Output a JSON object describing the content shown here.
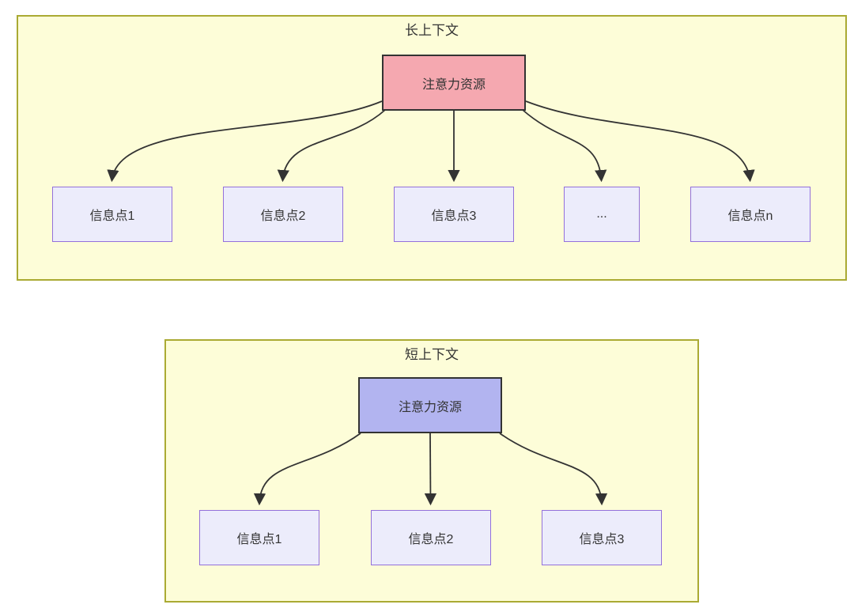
{
  "diagram": {
    "type": "flowchart",
    "sections": [
      {
        "title": "长上下文",
        "root": "注意力资源",
        "children": [
          "信息点1",
          "信息点2",
          "信息点3",
          "...",
          "信息点n"
        ]
      },
      {
        "title": "短上下文",
        "root": "注意力资源",
        "children": [
          "信息点1",
          "信息点2",
          "信息点3"
        ]
      }
    ],
    "colors": {
      "section_fill": "#fdfdd8",
      "section_border": "#aaaa33",
      "long_root_fill": "#f5a8b0",
      "short_root_fill": "#b2b4f0",
      "child_fill": "#ececfb",
      "child_border": "#9370db",
      "edge": "#333333",
      "text": "#333333"
    }
  }
}
